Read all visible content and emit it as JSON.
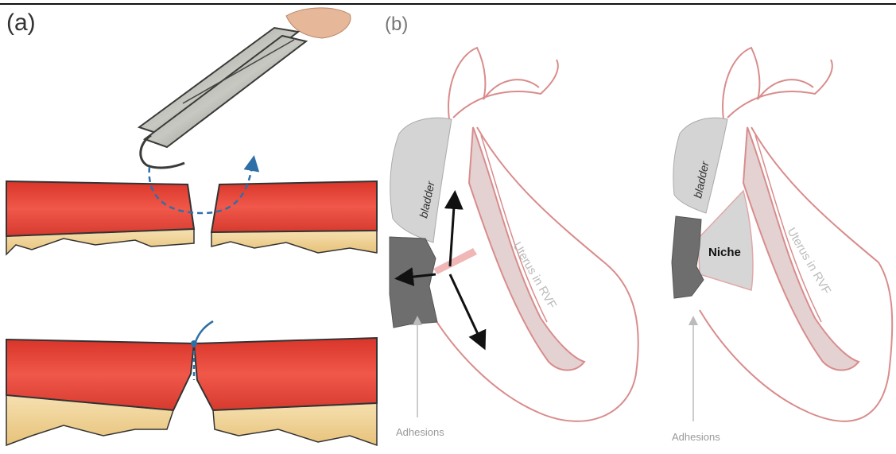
{
  "panel_a": {
    "label": "(a)"
  },
  "panel_b": {
    "label": "(b)",
    "left": {
      "organ_label": "bladder",
      "uterus_label": "Uterus in RVF",
      "adhesion_label": "Adhesions"
    },
    "right": {
      "organ_label": "bladder",
      "niche_label": "Niche",
      "uterus_label": "Uterus in RVF",
      "adhesion_label": "Adhesions"
    }
  },
  "colors": {
    "tissue_red": "#e8412f",
    "tissue_fat": "#f2cf8c",
    "suture_blue": "#2f6fa8",
    "uterus_line": "#d98c8c",
    "bladder_gray": "#d4d4d4",
    "adhesion_dark": "#6e6e6e",
    "niche_fill": "#d6d6d6"
  }
}
